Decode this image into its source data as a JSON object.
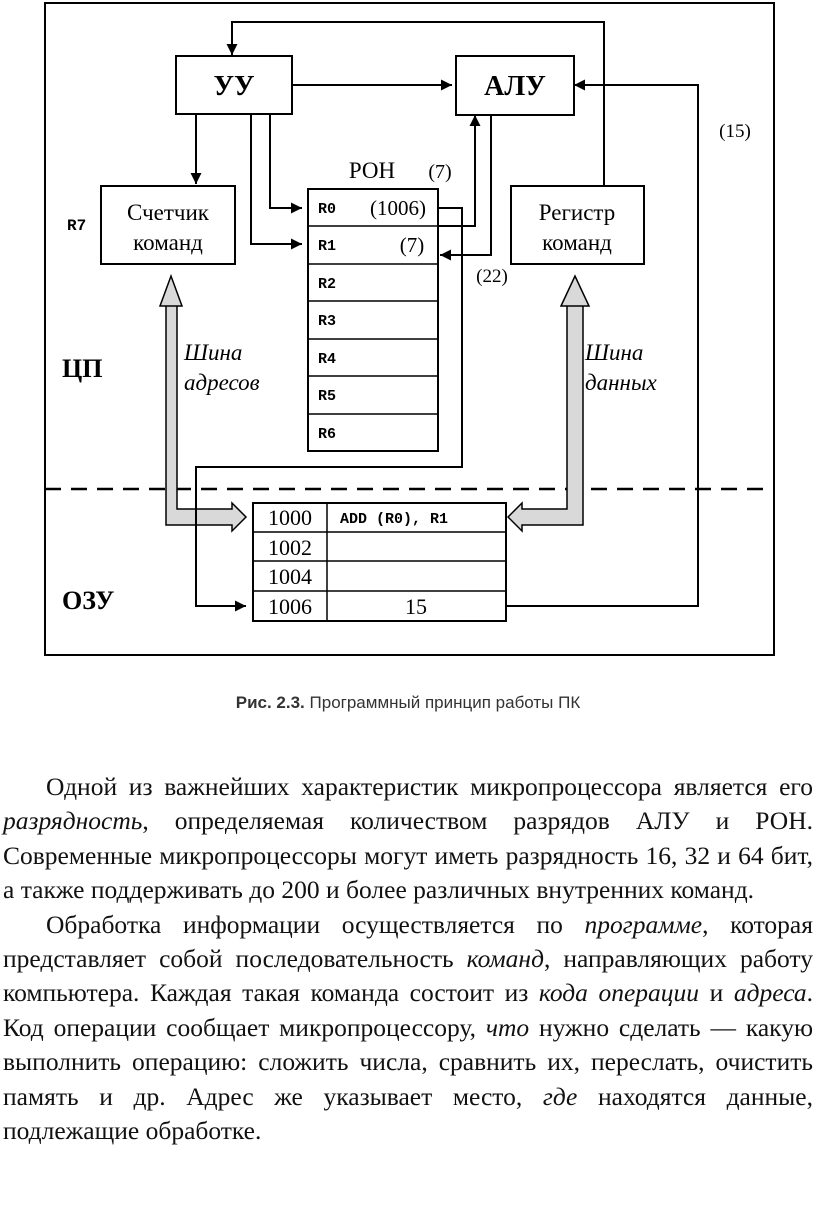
{
  "figure": {
    "cu": "УУ",
    "alu": "АЛУ",
    "gpr_title": "РОН",
    "gpr_note": "(7)",
    "pc_line1": "Счетчик",
    "pc_line2": "команд",
    "r7": "R7",
    "ir_line1": "Регистр",
    "ir_line2": "команд",
    "cpu": "ЦП",
    "ram": "ОЗУ",
    "addr_bus_line1": "Шина",
    "addr_bus_line2": "адресов",
    "data_bus_line1": "Шина",
    "data_bus_line2": "данных",
    "label_15": "(15)",
    "label_22": "(22)",
    "registers": [
      {
        "name": "R0",
        "value": "(1006)"
      },
      {
        "name": "R1",
        "value": "(7)"
      },
      {
        "name": "R2",
        "value": ""
      },
      {
        "name": "R3",
        "value": ""
      },
      {
        "name": "R4",
        "value": ""
      },
      {
        "name": "R5",
        "value": ""
      },
      {
        "name": "R6",
        "value": ""
      }
    ],
    "memory": [
      {
        "address": "1000",
        "content": "ADD (R0), R1"
      },
      {
        "address": "1002",
        "content": ""
      },
      {
        "address": "1004",
        "content": ""
      },
      {
        "address": "1006",
        "content": "15"
      }
    ]
  },
  "caption": {
    "label": "Рис. 2.3.",
    "text": "Программный принцип работы ПК"
  },
  "paragraph1": {
    "t1": "Одной из важнейших характеристик микропроцессора является его ",
    "e1": "разрядность",
    "t2": ", определяемая количеством разрядов АЛУ и РОН. Современные микропроцессоры могут иметь разрядность 16, 32 и 64 бит, а также поддерживать до 200 и более различных внутренних команд."
  },
  "paragraph2": {
    "t1": "Обработка информации осуществляется по ",
    "e1": "программе",
    "t2": ", которая представляет собой последовательность ",
    "e2": "команд",
    "t3": ", направляющих работу компьютера. Каждая такая команда состоит из ",
    "e3": "кода операции",
    "t4": " и ",
    "e4": "адреса",
    "t5": ". Код операции сообщает микропроцессору, ",
    "e5": "что",
    "t6": " нужно сделать — какую выполнить операцию: сложить числа, сравнить их, переслать, очистить память и др. Адрес же указывает место, ",
    "e6": "где",
    "t7": " находятся данные, подлежащие обработке."
  }
}
